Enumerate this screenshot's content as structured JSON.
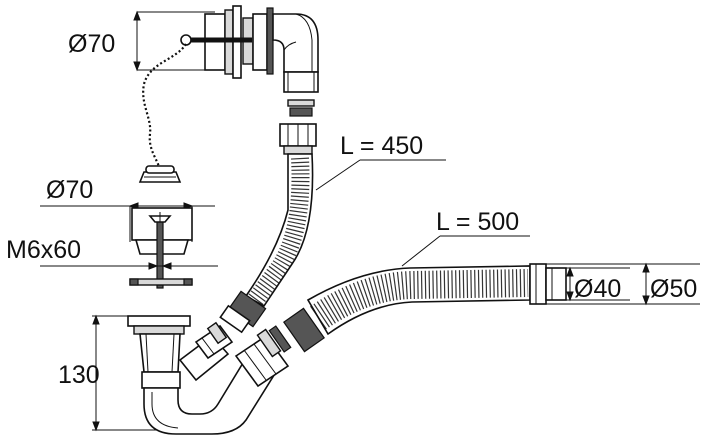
{
  "labels": {
    "overflow_diameter": "Ø70",
    "plug_diameter": "Ø70",
    "screw": "M6x60",
    "trap_height": "130",
    "overflow_hose_length": "L = 450",
    "drain_hose_length": "L = 500",
    "outlet_inner_diameter": "Ø40",
    "outlet_outer_diameter": "Ø50"
  },
  "colors": {
    "stroke": "#111111",
    "fill": "#ffffff",
    "shade": "#d9d9d9"
  }
}
